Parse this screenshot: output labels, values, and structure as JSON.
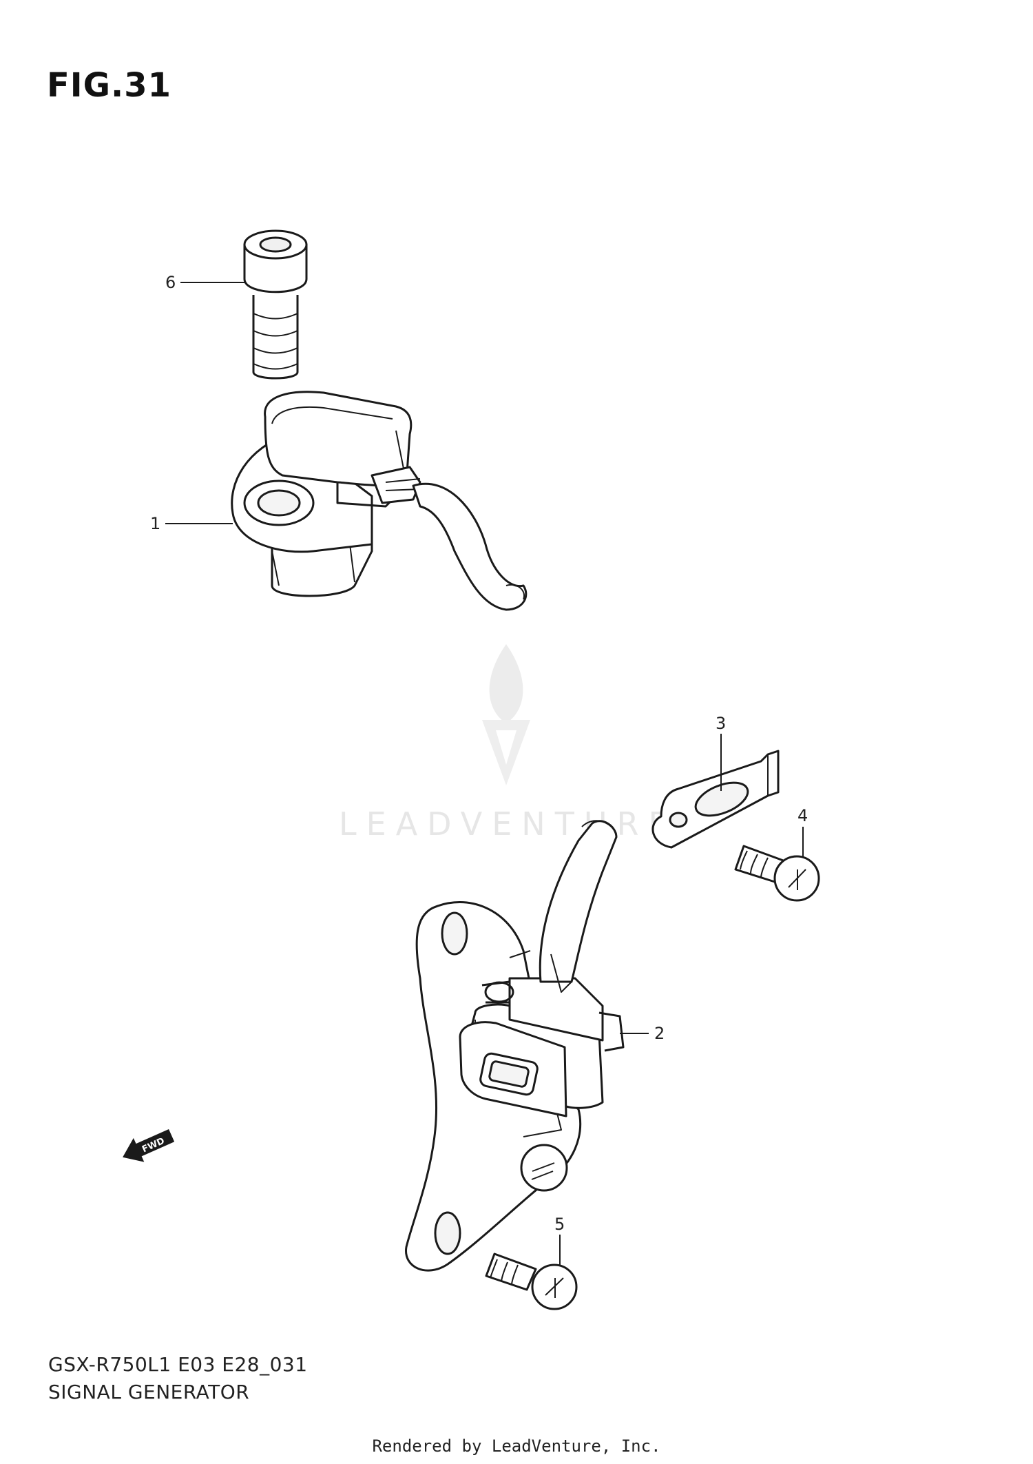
{
  "figure": {
    "title": "FIG.31"
  },
  "callouts": [
    {
      "number": "1",
      "part": "signal-generator"
    },
    {
      "number": "2",
      "part": "signal-generator-assembly"
    },
    {
      "number": "3",
      "part": "clamp"
    },
    {
      "number": "4",
      "part": "screw"
    },
    {
      "number": "5",
      "part": "screw"
    },
    {
      "number": "6",
      "part": "bolt"
    }
  ],
  "direction_marker": {
    "label": "FWD",
    "icon": "fwd-arrow-icon"
  },
  "watermark": {
    "text": "LEADVENTURE",
    "icon": "leadventure-logo-icon",
    "color": "#e6e6e6"
  },
  "footer": {
    "model_code": "GSX-R750L1  E03 E28_031",
    "section_name": "SIGNAL GENERATOR",
    "render_credit": "Rendered by LeadVenture, Inc."
  }
}
